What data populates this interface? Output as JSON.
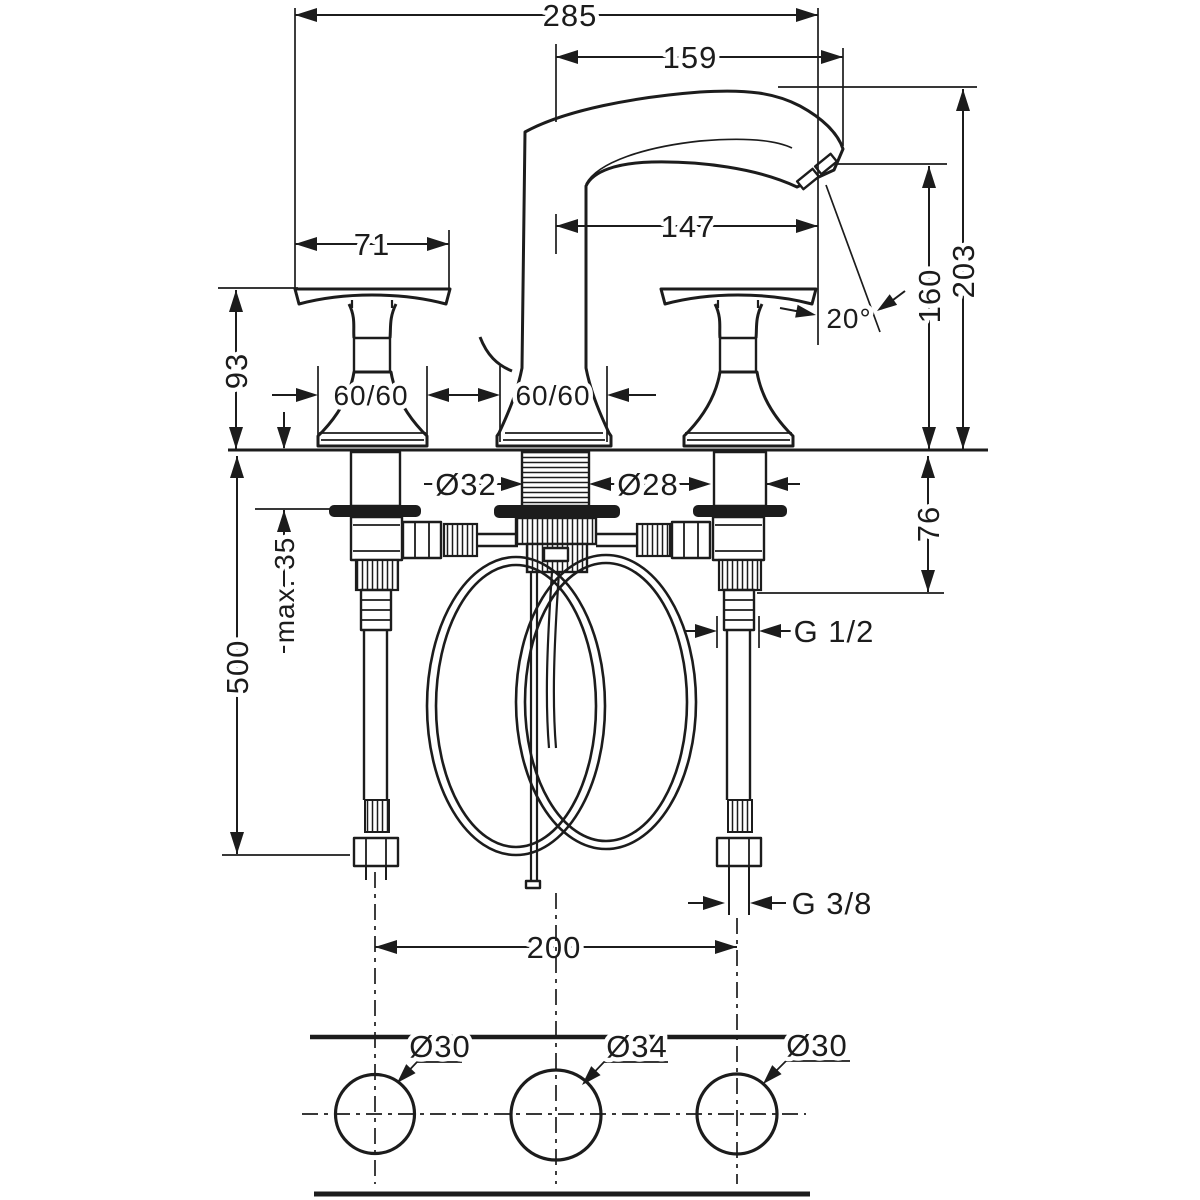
{
  "drawing": {
    "title": "three-hole-basin-mixer-installation-dimensions",
    "colors": {
      "ink": "#1c1c1c",
      "paper": "#ffffff"
    },
    "dimensions": {
      "overall_width": "285",
      "spout_tip_offset": "159",
      "spout_reach": "147",
      "spray_angle": "20°",
      "spout_outlet_height": "160",
      "total_height": "203",
      "handle_width": "71",
      "handle_height": "93",
      "escutcheon_left": "60/60",
      "escutcheon_center": "60/60",
      "center_shank_diameter": "Ø32",
      "side_shank_diameter": "Ø28",
      "under_deck_clearance": "76",
      "max_deck_thickness": "max. 35",
      "hose_length": "500",
      "side_connection_thread": "G 1/2",
      "supply_connection_thread": "G 3/8",
      "hole_spacing": "200",
      "hole_left_diameter": "Ø30",
      "hole_center_diameter": "Ø34",
      "hole_right_diameter": "Ø30"
    }
  }
}
